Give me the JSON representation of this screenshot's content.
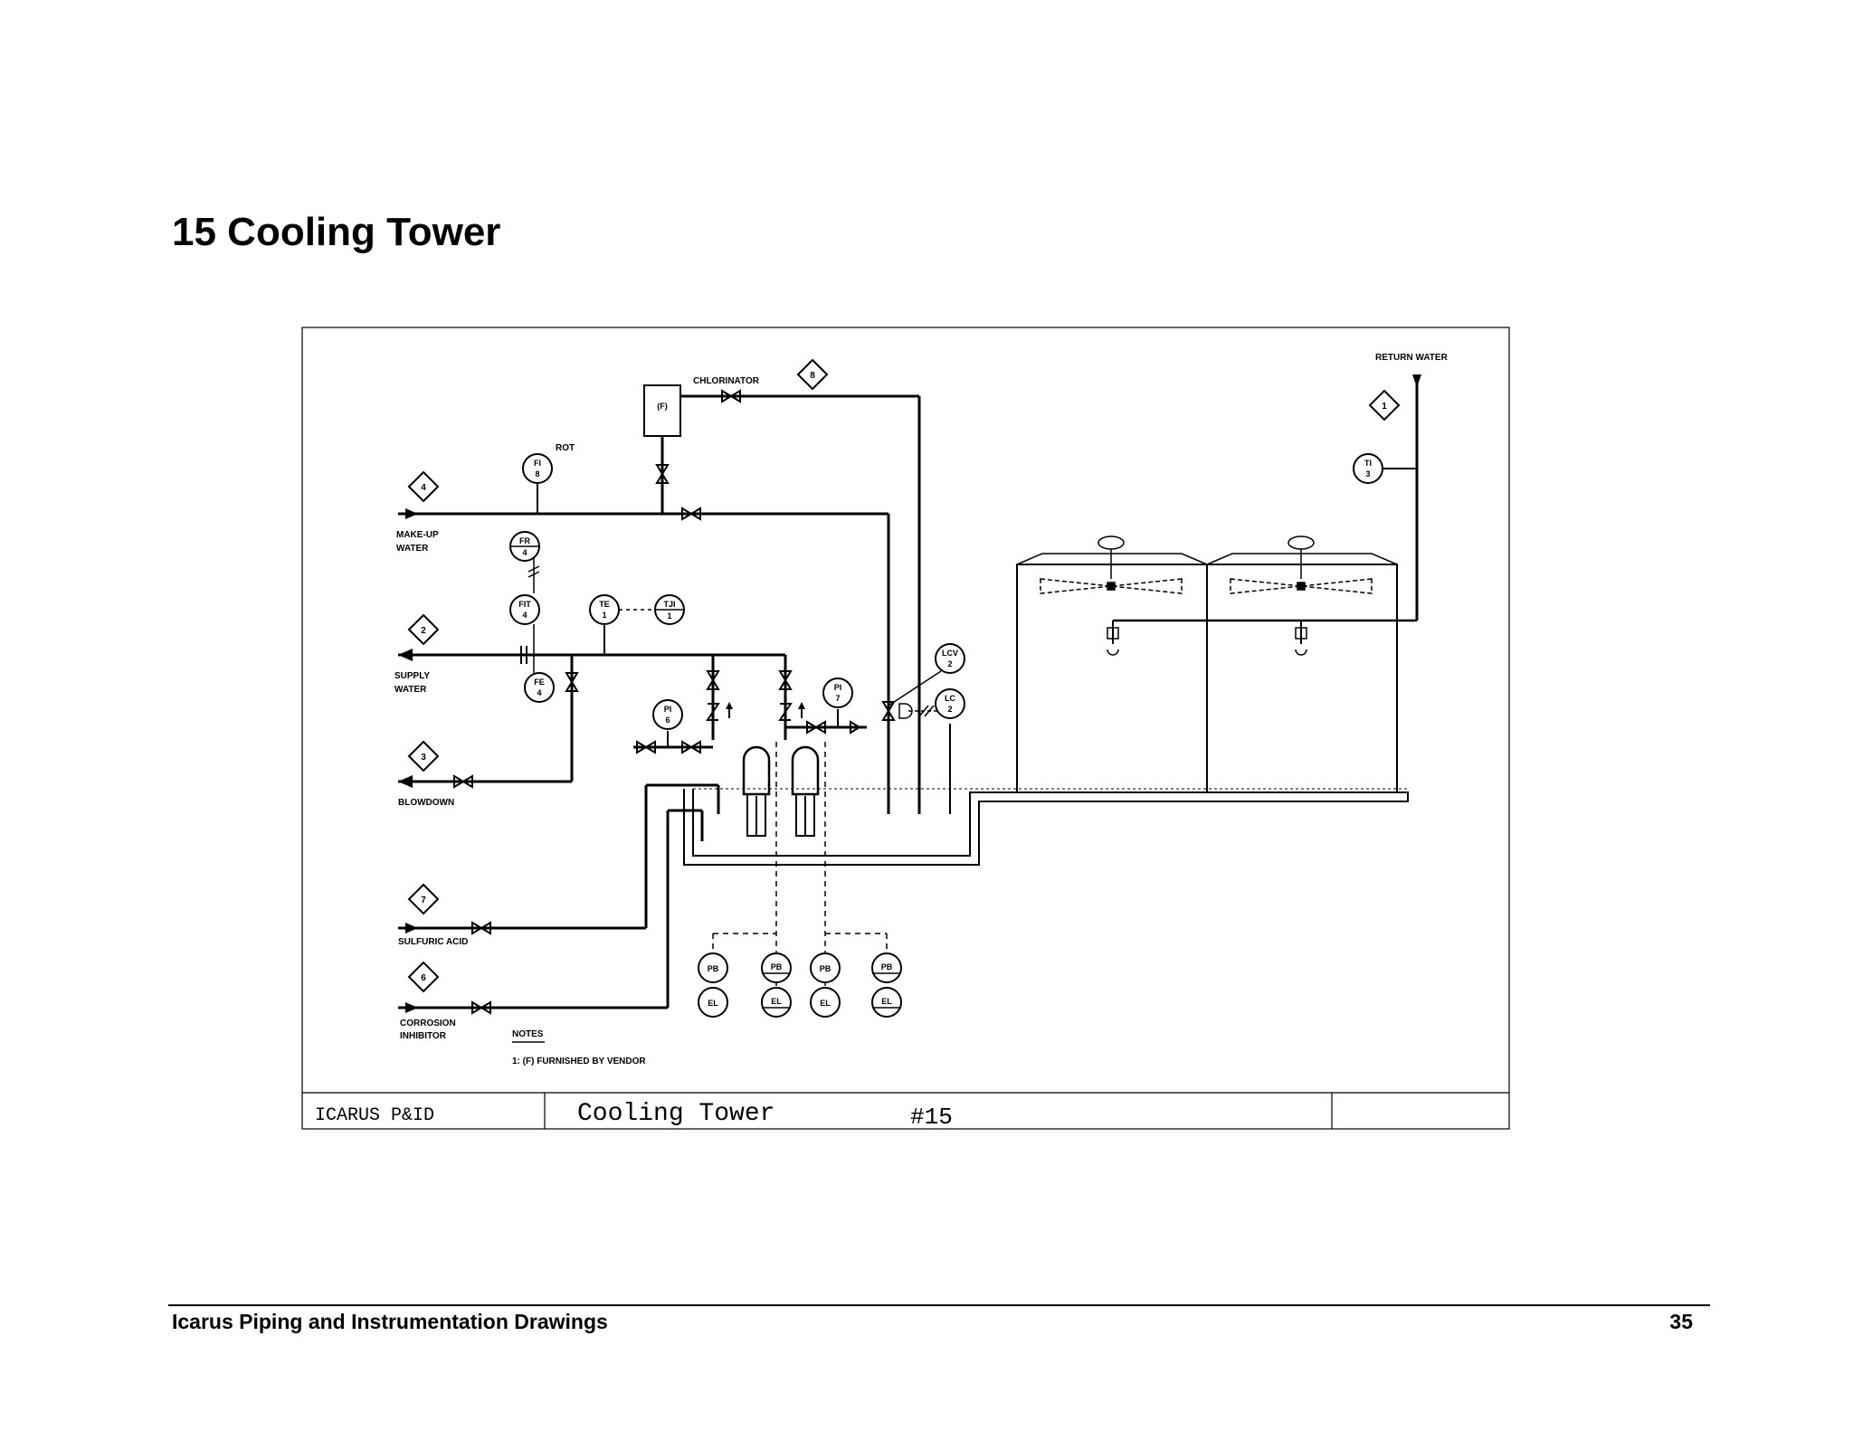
{
  "page": {
    "title": "15 Cooling Tower",
    "footer_title": "Icarus Piping and Instrumentation Drawings",
    "page_number": "35"
  },
  "drawing": {
    "title_block": {
      "left": "ICARUS P&ID",
      "title": "Cooling Tower",
      "number": "#15"
    },
    "lines": {
      "l1": "1",
      "l2": "2",
      "l3": "3",
      "l4": "4",
      "l6": "6",
      "l7": "7",
      "l8": "8"
    },
    "labels": {
      "return_water": "RETURN WATER",
      "chlorinator": "CHLORINATOR",
      "vendor_mark": "(F)",
      "rot": "ROT",
      "makeup_1": "MAKE-UP",
      "makeup_2": "WATER",
      "supply_1": "SUPPLY",
      "supply_2": "WATER",
      "blowdown": "BLOWDOWN",
      "sulfuric": "SULFURIC ACID",
      "corrosion_1": "CORROSION",
      "corrosion_2": "INHIBITOR",
      "notes_title": "NOTES",
      "note_1": "1: (F) FURNISHED BY VENDOR"
    },
    "instruments": {
      "fi8": {
        "tag": "FI",
        "num": "8"
      },
      "fr4": {
        "tag": "FR",
        "num": "4"
      },
      "fit4": {
        "tag": "FIT",
        "num": "4"
      },
      "fe4": {
        "tag": "FE",
        "num": "4"
      },
      "te1": {
        "tag": "TE",
        "num": "1"
      },
      "tji1": {
        "tag": "TJI",
        "num": "1"
      },
      "pi6": {
        "tag": "PI",
        "num": "6"
      },
      "pi7": {
        "tag": "PI",
        "num": "7"
      },
      "lcv2": {
        "tag": "LCV",
        "num": "2"
      },
      "lc2": {
        "tag": "LC",
        "num": "2"
      },
      "ti3": {
        "tag": "TI",
        "num": "3"
      }
    },
    "motor_stations": {
      "pb": "PB",
      "el": "EL"
    }
  }
}
